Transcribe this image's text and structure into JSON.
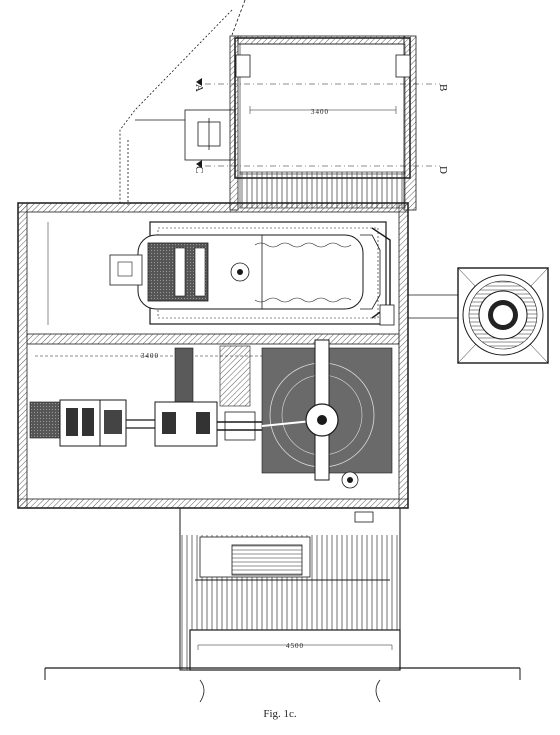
{
  "caption": "Fig. 1c.",
  "section_markers": {
    "a": "A",
    "b": "B",
    "c": "C",
    "d": "D"
  },
  "dimensions": {
    "top_width": "3400",
    "bottom_width": "4500",
    "engine_room": "3400"
  },
  "colors": {
    "ink": "#1a1a1a",
    "wall_fill": "#d6d6d6",
    "dark_fill": "#5a5a5a",
    "paper": "#ffffff"
  }
}
